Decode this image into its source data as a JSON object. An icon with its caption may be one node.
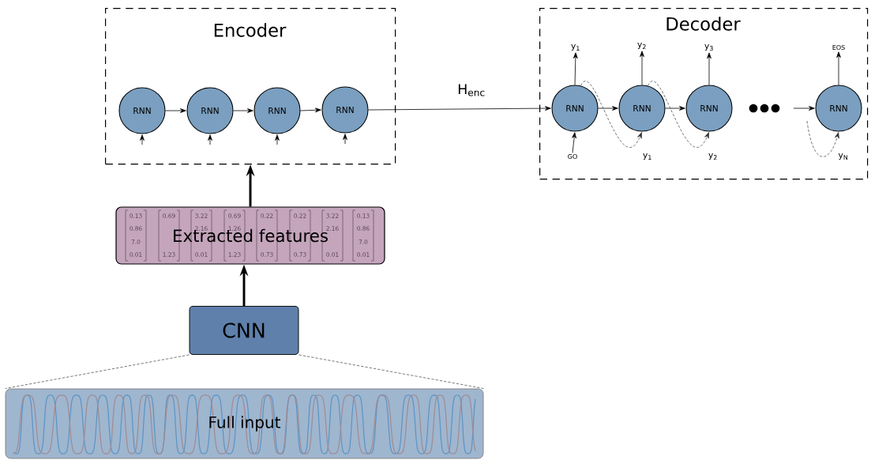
{
  "diagram": {
    "nodes": [
      {
        "text": [
          "Encoder"
        ]
      },
      {
        "text": [
          "RNN"
        ],
        "in": 0
      },
      {
        "text": [
          "RNN"
        ],
        "in": 0
      },
      {
        "text": [
          "RNN"
        ],
        "in": 0
      },
      {
        "text": [
          "RNN"
        ],
        "in": 0
      },
      {
        "text": [
          "Decoder"
        ]
      },
      {
        "text": [
          "RNN"
        ],
        "in": 5
      },
      {
        "text": [
          "RNN"
        ],
        "in": 5
      },
      {
        "text": [
          "RNN"
        ],
        "in": 5
      },
      {
        "text": [
          "RNN"
        ],
        "in": 5
      },
      {
        "text": [
          "y$_{1}$"
        ],
        "in": 5
      },
      {
        "text": [
          "y$_{2}$"
        ],
        "in": 5
      },
      {
        "text": [
          "y$_{3}$"
        ],
        "in": 5
      },
      {
        "text": [
          "EOS"
        ],
        "in": 5
      },
      {
        "text": [
          "GO"
        ],
        "in": 5
      },
      {
        "text": [
          "Extracted features"
        ]
      },
      {
        "text": [
          "CNN"
        ]
      },
      {
        "text": [
          "Full input"
        ]
      }
    ],
    "edges": [
      {
        "from": 1,
        "to": 2,
        "arrow": "to"
      },
      {
        "from": 2,
        "to": 3,
        "arrow": "to"
      },
      {
        "from": 3,
        "to": 4,
        "arrow": "to"
      },
      {
        "from": null,
        "to": 1,
        "arrow": "to"
      },
      {
        "from": null,
        "to": 2,
        "arrow": "to"
      },
      {
        "from": null,
        "to": 3,
        "arrow": "to"
      },
      {
        "from": null,
        "to": 4,
        "arrow": "to"
      },
      {
        "from": 4,
        "to": 6,
        "arrow": "to",
        "label": "H$_{enc}$"
      },
      {
        "from": 6,
        "to": 7,
        "arrow": "to"
      },
      {
        "from": 7,
        "to": 8,
        "arrow": "to"
      },
      {
        "from": null,
        "to": 9,
        "arrow": "to"
      },
      {
        "from": 6,
        "to": 10,
        "arrow": "to"
      },
      {
        "from": 7,
        "to": 11,
        "arrow": "to"
      },
      {
        "from": 8,
        "to": 12,
        "arrow": "to"
      },
      {
        "from": 9,
        "to": 13,
        "arrow": "to"
      },
      {
        "from": 14,
        "to": 6,
        "arrow": "to"
      },
      {
        "from": 6,
        "to": 7,
        "arrow": "to",
        "style": "dashed",
        "label": "y$_{1}$"
      },
      {
        "from": 7,
        "to": 8,
        "arrow": "to",
        "style": "dashed",
        "label": "y$_{2}$"
      },
      {
        "from": null,
        "to": 9,
        "arrow": "to",
        "style": "dashed",
        "label": "y$_{N}$"
      },
      {
        "from": 16,
        "to": 15,
        "arrow": "to",
        "style": "thick"
      },
      {
        "from": 15,
        "to": 0,
        "arrow": "to",
        "style": "thick"
      },
      {
        "from": 16,
        "to": 17,
        "arrow": "none",
        "style": "dashed"
      },
      {
        "from": 16,
        "to": 17,
        "arrow": "none",
        "style": "dashed"
      }
    ],
    "labels": [
      "0.13",
      "0.69",
      "3.22",
      "0.69",
      "0.22",
      "0.22",
      "3.22",
      "0.13",
      "0.86",
      "2.16",
      "1.26",
      "2.16",
      "0.86",
      "7.0",
      "7.0",
      "0.01",
      "1.23",
      "0.01",
      "1.23",
      "0.73",
      "0.73",
      "0.01",
      "0.01"
    ]
  }
}
